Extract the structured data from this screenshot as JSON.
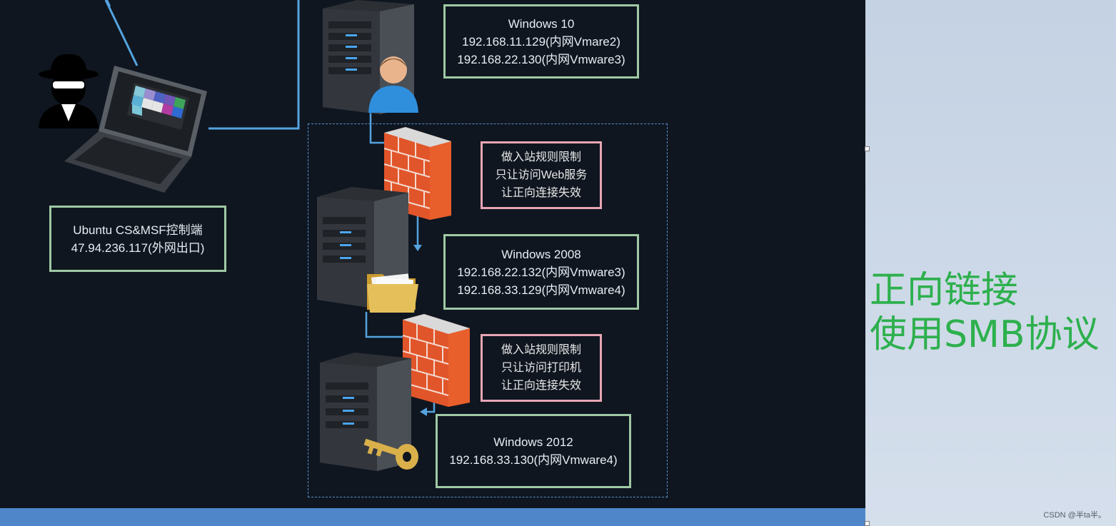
{
  "controller": {
    "line1": "Ubuntu CS&MSF控制端",
    "line2": "47.94.236.117(外网出口)"
  },
  "hosts": {
    "win10": {
      "name": "Windows 10",
      "ip1": "192.168.11.129(内网Vmare2)",
      "ip2": "192.168.22.130(内网Vmware3)"
    },
    "win2008": {
      "name": "Windows 2008",
      "ip1": "192.168.22.132(内网Vmware3)",
      "ip2": "192.168.33.129(内网Vmware4)"
    },
    "win2012": {
      "name": "Windows 2012",
      "ip1": "192.168.33.130(内网Vmware4)"
    }
  },
  "rules": {
    "rule1": {
      "line1": "做入站规则限制",
      "line2": "只让访问Web服务",
      "line3": "让正向连接失效"
    },
    "rule2": {
      "line1": "做入站规则限制",
      "line2": "只让访问打印机",
      "line3": "让正向连接失效"
    }
  },
  "note": {
    "line1": "正向链接",
    "line2": "使用SMB协议"
  },
  "watermark": "CSDN @半ta半。",
  "colors": {
    "background": "#0f1620",
    "connector": "#55a3e0",
    "note_text": "#2db04d",
    "host_box_border": "#9fc9a4",
    "rule_box_border": "#e7a6b4"
  }
}
